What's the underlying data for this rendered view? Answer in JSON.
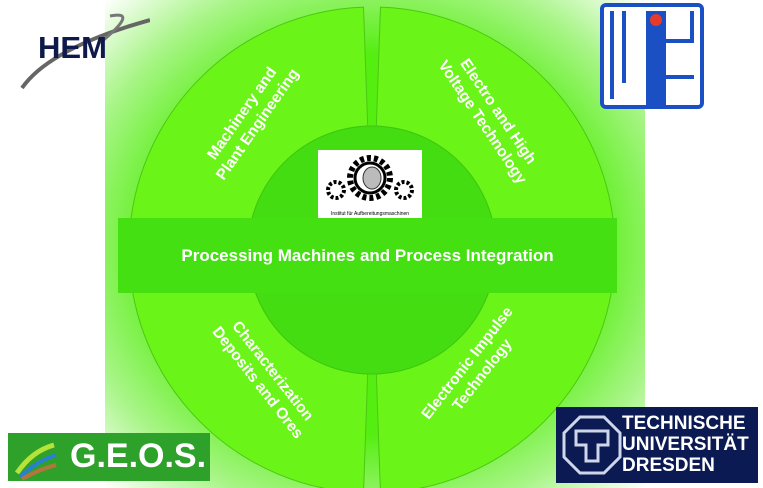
{
  "title": "Processing Machines and Process Integration",
  "segments": {
    "top_left": [
      "Machinery and",
      "Plant Engineering"
    ],
    "top_right": [
      "Electro and High",
      "Voltage Technology"
    ],
    "bottom_left": [
      "Characterization",
      "Deposits and Ores"
    ],
    "bottom_right": [
      "Electronic Impulse",
      "Technology"
    ]
  },
  "center_logo": {
    "caption": "Institut für Aufbereitungsmaschinen"
  },
  "logos": {
    "hem": "HEM",
    "geos": "G.E.O.S.",
    "tud": [
      "TECHNISCHE",
      "UNIVERSITÄT",
      "DRESDEN"
    ]
  },
  "colors": {
    "green": "#66f015",
    "inner": "#44dd11",
    "tud_blue": "#0b1a52",
    "iae_blue": "#1b4fc4"
  }
}
